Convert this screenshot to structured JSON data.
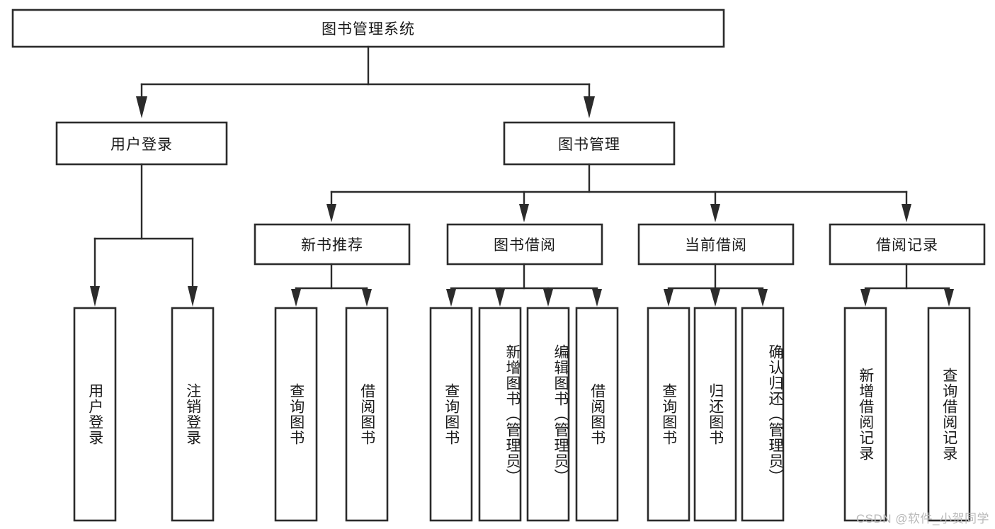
{
  "diagram": {
    "title": "图书管理系统",
    "type": "tree-hierarchy",
    "watermark": "CSDN @软件_小贺同学",
    "colors": {
      "box_stroke": "#2b2b2b",
      "box_fill": "#ffffff",
      "text": "#1a1a1a",
      "background": "#ffffff",
      "watermark": "#b9b9b9"
    },
    "root": {
      "label": "图书管理系统",
      "id": "root"
    },
    "level2": [
      {
        "id": "user-login",
        "label": "用户登录"
      },
      {
        "id": "book-manage",
        "label": "图书管理"
      }
    ],
    "level3": [
      {
        "id": "new-book-recommend",
        "label": "新书推荐",
        "parent": "book-manage"
      },
      {
        "id": "book-borrow",
        "label": "图书借阅",
        "parent": "book-manage"
      },
      {
        "id": "current-borrow",
        "label": "当前借阅",
        "parent": "book-manage"
      },
      {
        "id": "borrow-record",
        "label": "借阅记录",
        "parent": "book-manage"
      }
    ],
    "leaves": {
      "user-login": [
        {
          "id": "leaf-user-login",
          "label": "用户登录"
        },
        {
          "id": "leaf-user-logout",
          "label": "注销登录"
        }
      ],
      "new-book-recommend": [
        {
          "id": "leaf-query-book-1",
          "label": "查询图书"
        },
        {
          "id": "leaf-borrow-book-1",
          "label": "借阅图书"
        }
      ],
      "book-borrow": [
        {
          "id": "leaf-query-book-2",
          "label": "查询图书"
        },
        {
          "id": "leaf-add-book",
          "label": "新增图书（管理员）"
        },
        {
          "id": "leaf-edit-book",
          "label": "编辑图书（管理员）"
        },
        {
          "id": "leaf-borrow-book-2",
          "label": "借阅图书"
        }
      ],
      "current-borrow": [
        {
          "id": "leaf-query-book-3",
          "label": "查询图书"
        },
        {
          "id": "leaf-return-book",
          "label": "归还图书"
        },
        {
          "id": "leaf-confirm-return",
          "label": "确认归还（管理员）"
        }
      ],
      "borrow-record": [
        {
          "id": "leaf-add-record",
          "label": "新增借阅记录"
        },
        {
          "id": "leaf-query-record",
          "label": "查询借阅记录"
        }
      ]
    }
  }
}
